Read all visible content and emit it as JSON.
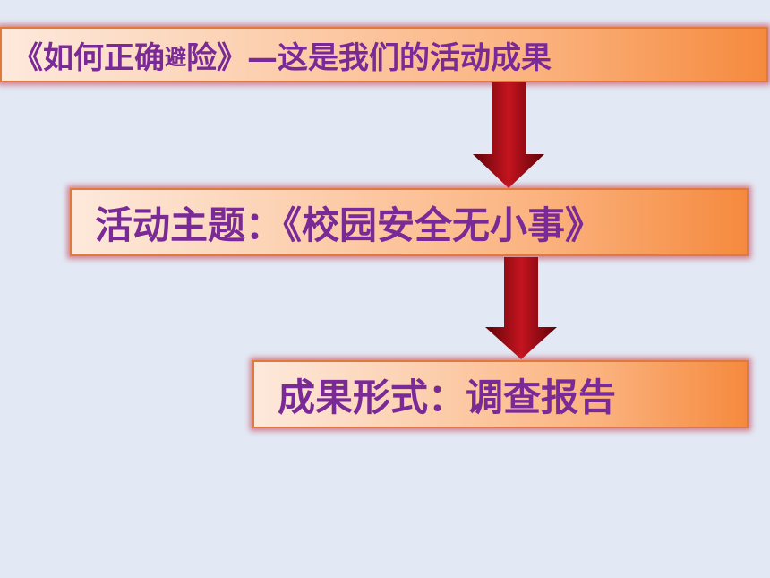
{
  "title_box": {
    "prefix": "《如何正确",
    "small": "避",
    "suffix": "险》—这是我们的活动成果"
  },
  "theme_box": {
    "label": "活动主题：《校园安全无小事》"
  },
  "result_box": {
    "label": "成果形式：调查报告"
  },
  "colors": {
    "background": "#e2e9f5",
    "text": "#7a2a96",
    "arrow": "#a8101a",
    "box_glow": "#c8283c"
  }
}
